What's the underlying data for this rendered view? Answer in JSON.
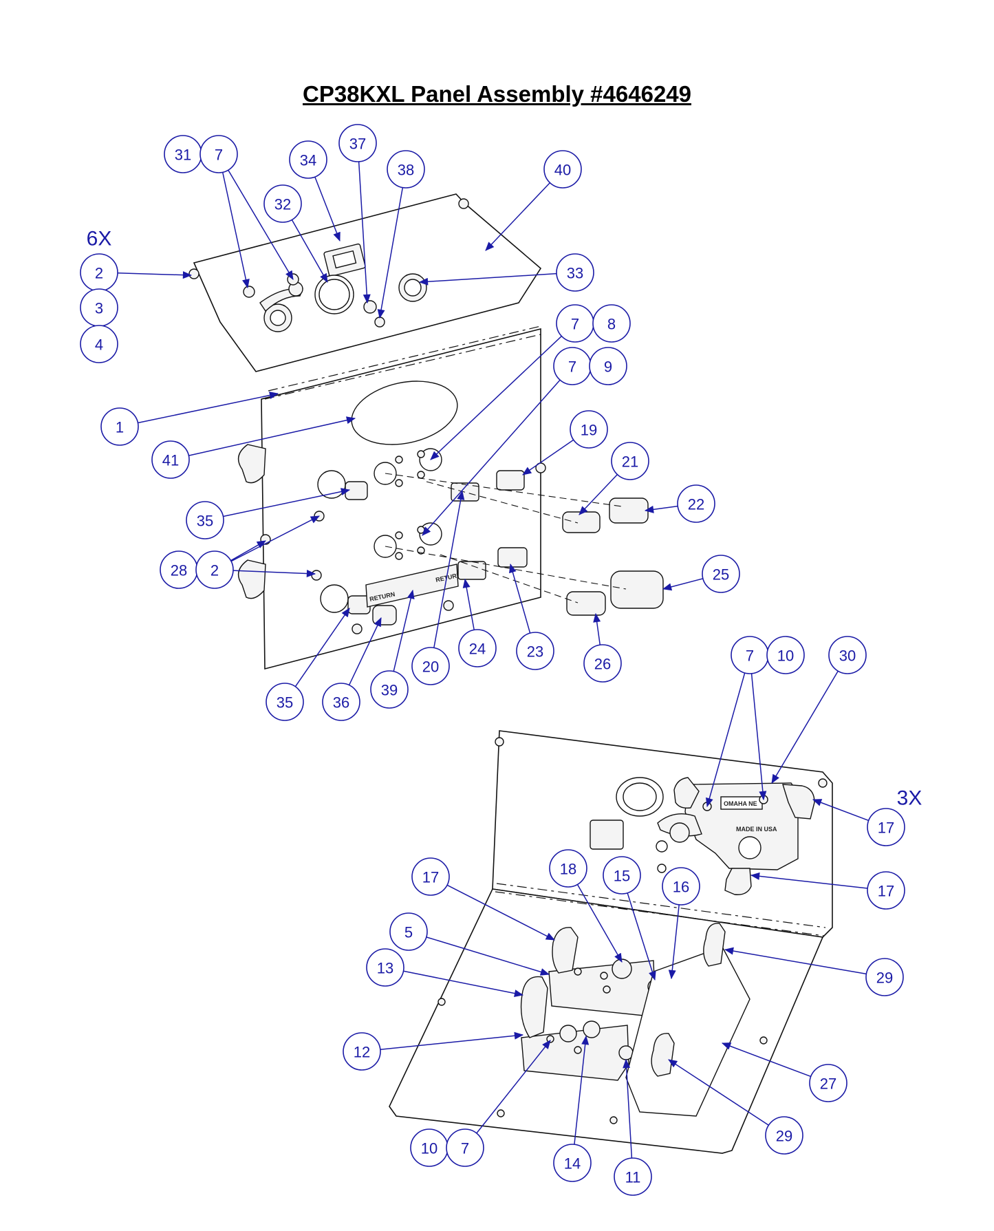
{
  "title": "CP38KXL Panel Assembly #4646249",
  "quantity_labels": {
    "top": "6X",
    "bottom": "3X"
  },
  "panel_labels": {
    "return_left": "RETURN",
    "return_right": "RETURN",
    "brand": "OMAHA NE",
    "origin": "MADE IN USA"
  },
  "colors": {
    "callout": "#1a1aa6",
    "line": "#111111"
  },
  "callouts": [
    {
      "id": "c31",
      "number": "31"
    },
    {
      "id": "c7a",
      "number": "7"
    },
    {
      "id": "c34",
      "number": "34"
    },
    {
      "id": "c37",
      "number": "37"
    },
    {
      "id": "c38",
      "number": "38"
    },
    {
      "id": "c40",
      "number": "40"
    },
    {
      "id": "c32",
      "number": "32"
    },
    {
      "id": "c2a",
      "number": "2"
    },
    {
      "id": "c3",
      "number": "3"
    },
    {
      "id": "c4",
      "number": "4"
    },
    {
      "id": "c33",
      "number": "33"
    },
    {
      "id": "c7b",
      "number": "7"
    },
    {
      "id": "c8",
      "number": "8"
    },
    {
      "id": "c7c",
      "number": "7"
    },
    {
      "id": "c9",
      "number": "9"
    },
    {
      "id": "c1",
      "number": "1"
    },
    {
      "id": "c19",
      "number": "19"
    },
    {
      "id": "c41",
      "number": "41"
    },
    {
      "id": "c21",
      "number": "21"
    },
    {
      "id": "c22",
      "number": "22"
    },
    {
      "id": "c35a",
      "number": "35"
    },
    {
      "id": "c28",
      "number": "28"
    },
    {
      "id": "c2b",
      "number": "2"
    },
    {
      "id": "c25",
      "number": "25"
    },
    {
      "id": "c24",
      "number": "24"
    },
    {
      "id": "c23",
      "number": "23"
    },
    {
      "id": "c26",
      "number": "26"
    },
    {
      "id": "c20",
      "number": "20"
    },
    {
      "id": "c39",
      "number": "39"
    },
    {
      "id": "c35b",
      "number": "35"
    },
    {
      "id": "c36",
      "number": "36"
    },
    {
      "id": "c7d",
      "number": "7"
    },
    {
      "id": "c10a",
      "number": "10"
    },
    {
      "id": "c30",
      "number": "30"
    },
    {
      "id": "c17a",
      "number": "17"
    },
    {
      "id": "c17b",
      "number": "17"
    },
    {
      "id": "c17c",
      "number": "17"
    },
    {
      "id": "c18",
      "number": "18"
    },
    {
      "id": "c15",
      "number": "15"
    },
    {
      "id": "c16",
      "number": "16"
    },
    {
      "id": "c5",
      "number": "5"
    },
    {
      "id": "c13",
      "number": "13"
    },
    {
      "id": "c29a",
      "number": "29"
    },
    {
      "id": "c12",
      "number": "12"
    },
    {
      "id": "c27",
      "number": "27"
    },
    {
      "id": "c29b",
      "number": "29"
    },
    {
      "id": "c10b",
      "number": "10"
    },
    {
      "id": "c7e",
      "number": "7"
    },
    {
      "id": "c14",
      "number": "14"
    },
    {
      "id": "c11",
      "number": "11"
    }
  ]
}
